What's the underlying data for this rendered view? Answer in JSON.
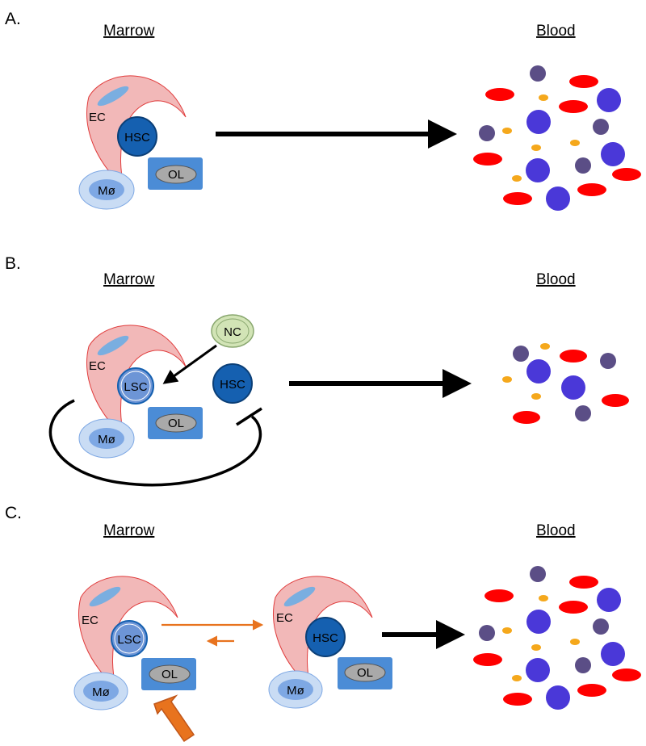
{
  "colors": {
    "ec": "#f2b8b8",
    "ec_stroke": "#e03c3c",
    "ec_nucleus": "#7aaee0",
    "hsc": "#1560b0",
    "hsc_stroke": "#0b3f77",
    "lsc": "#6d95d6",
    "ol_box": "#4b8cd6",
    "ol_oval": "#a9a9a9",
    "mac_outer": "#c9dcf4",
    "mac_inner": "#7ea8e4",
    "nc_outer": "#d2e4b6",
    "nc_stroke": "#8aa870",
    "rbc": "#ff0000",
    "platelet": "#f5a81c",
    "wbc_blue": "#4a38d8",
    "wbc_purple": "#5b4e86",
    "arrow_orange": "#e8731e",
    "arrow_orange_dark": "#c0561a",
    "black": "#000000"
  },
  "panels": [
    {
      "id": "A",
      "label": "A.",
      "marrow_title": "Marrow",
      "blood_title": "Blood",
      "cells": {
        "ec": "EC",
        "hsc": "HSC",
        "ol": "OL",
        "mac": "Mø"
      }
    },
    {
      "id": "B",
      "label": "B.",
      "marrow_title": "Marrow",
      "blood_title": "Blood",
      "cells": {
        "ec": "EC",
        "lsc": "LSC",
        "hsc": "HSC",
        "ol": "OL",
        "mac": "Mø",
        "nc": "NC"
      }
    },
    {
      "id": "C",
      "label": "C.",
      "marrow_title": "Marrow",
      "blood_title": "Blood",
      "cells": {
        "ec_left": "EC",
        "lsc": "LSC",
        "ol_left": "OL",
        "mac_left": "Mø",
        "ec_right": "EC",
        "hsc": "HSC",
        "ol_right": "OL",
        "mac_right": "Mø"
      }
    }
  ]
}
